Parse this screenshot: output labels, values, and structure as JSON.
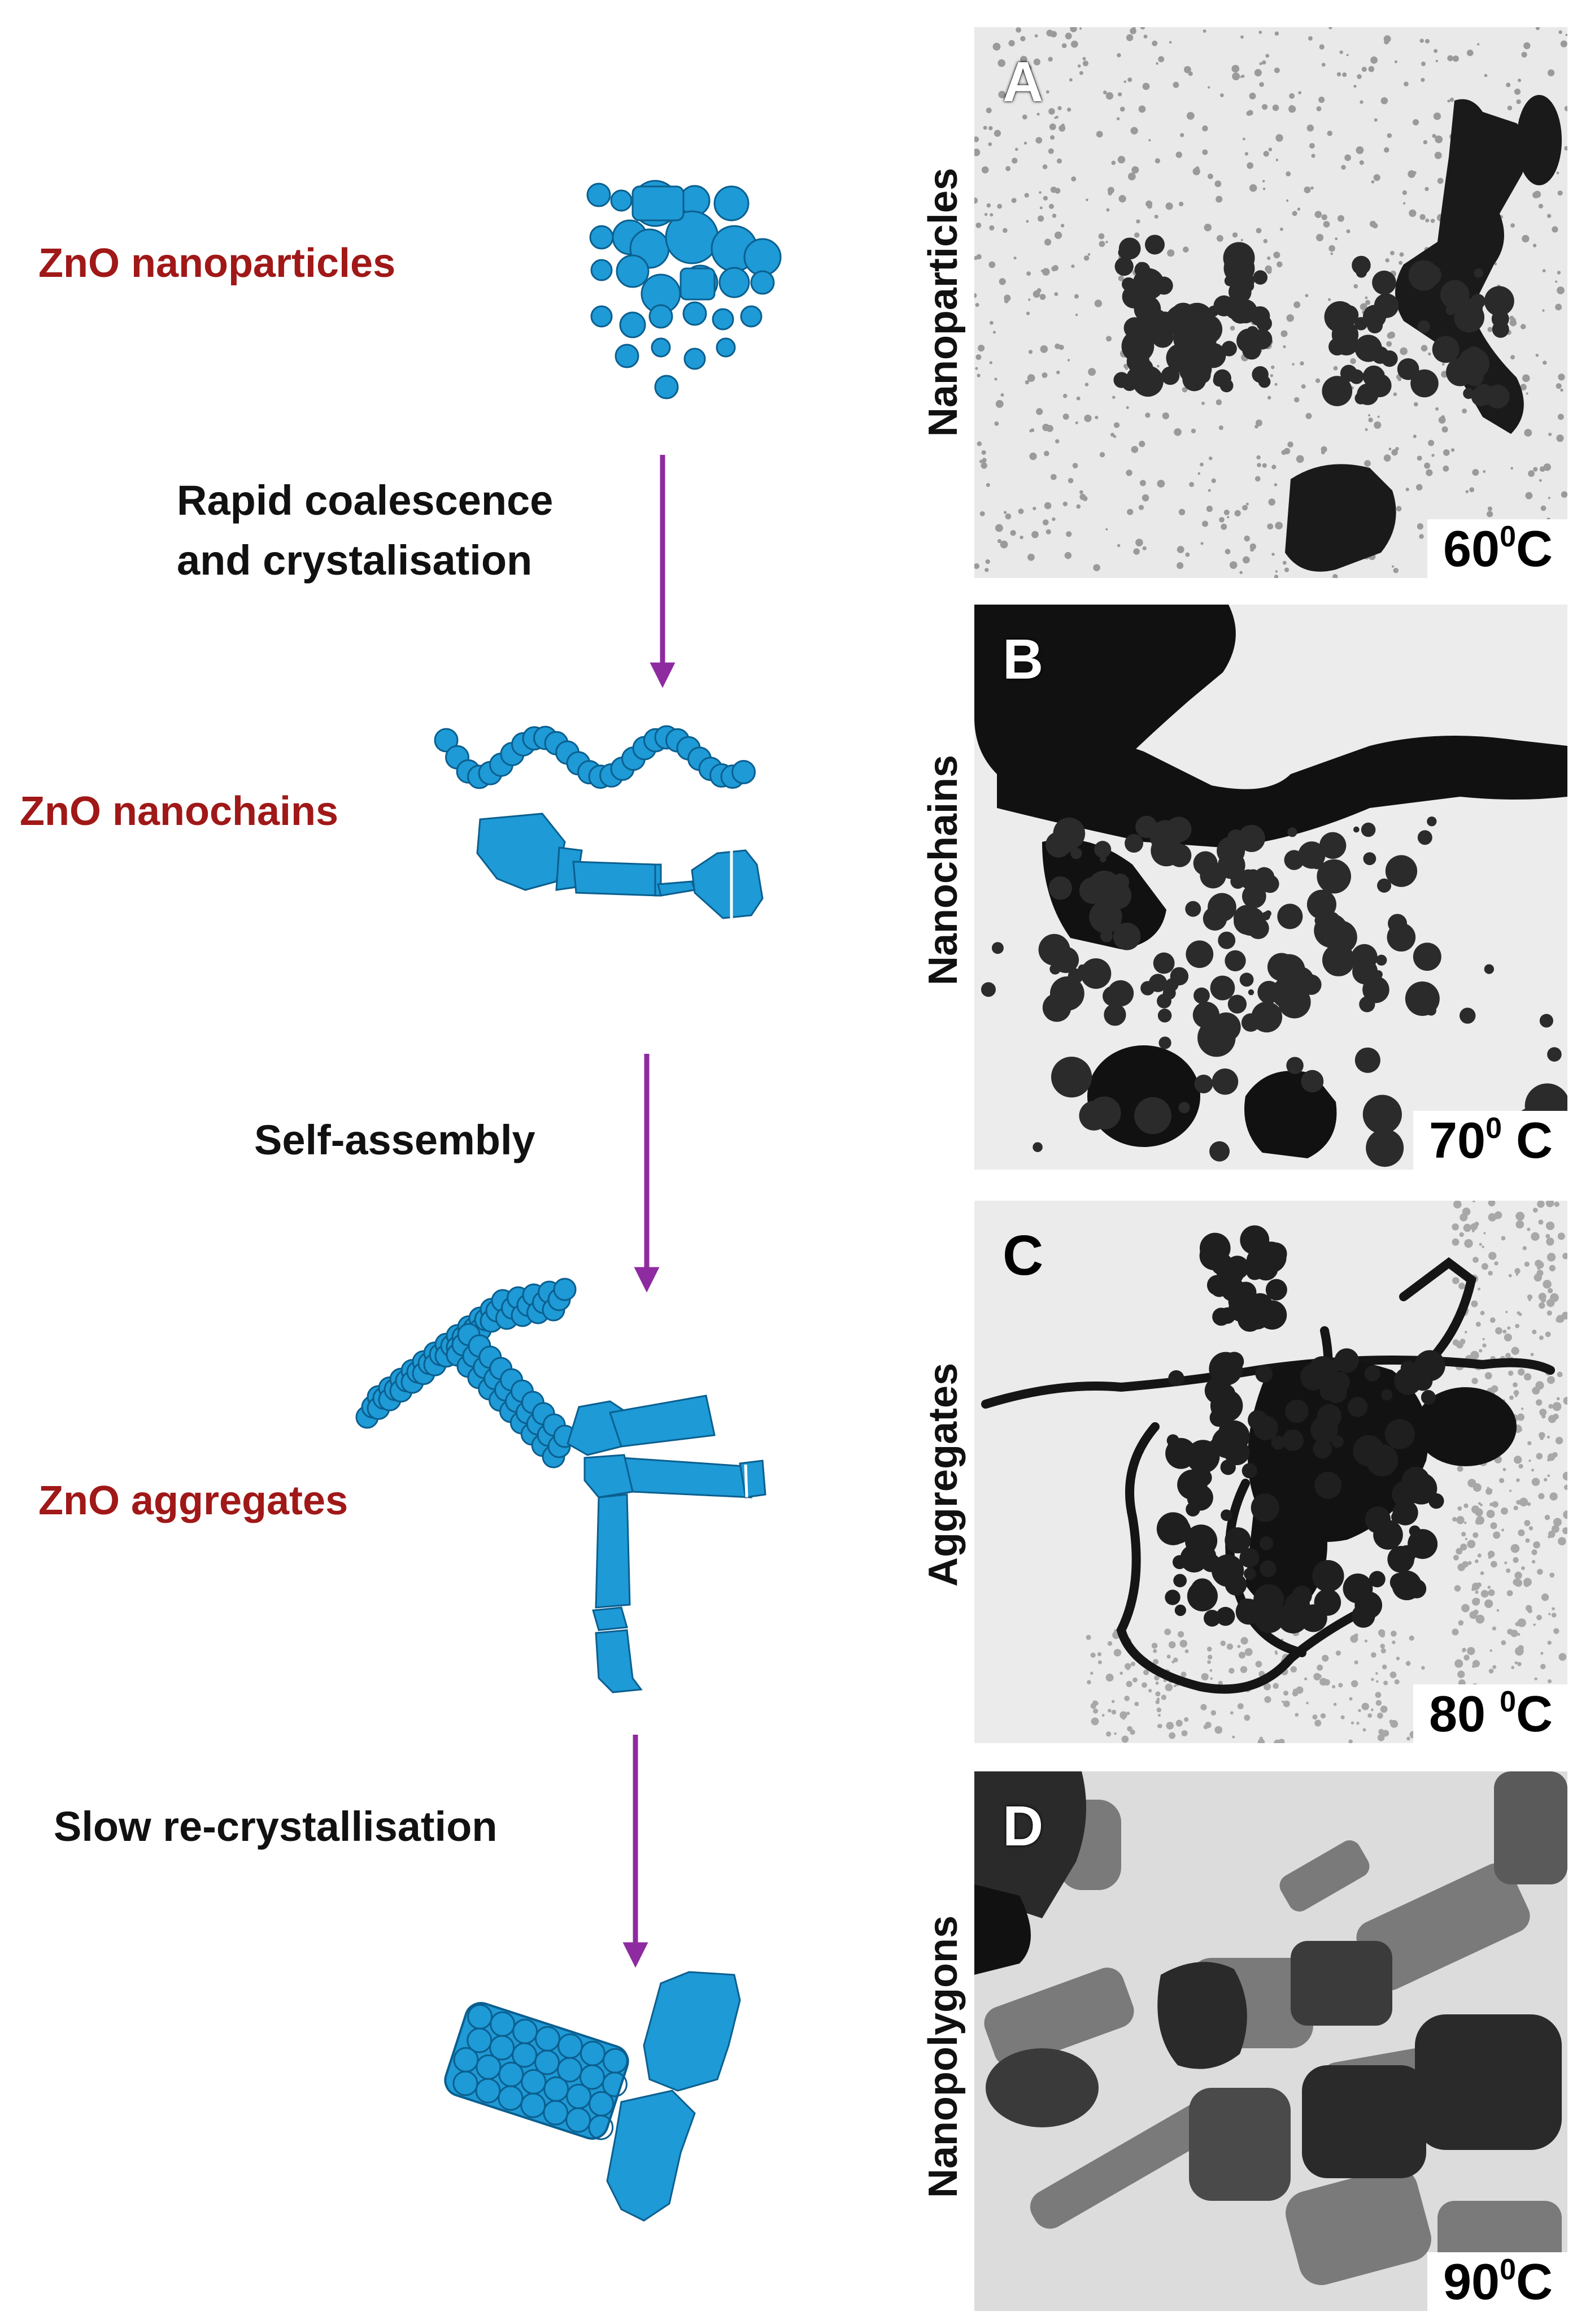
{
  "stages": {
    "nanoparticles": "ZnO nanoparticles",
    "nanochains": "ZnO nanochains",
    "aggregates": "ZnO aggregates"
  },
  "steps": {
    "step1_line1": "Rapid coalescence",
    "step1_line2": "and crystalisation",
    "step2": "Self-assembly",
    "step3": "Slow re-crystallisation"
  },
  "panels": [
    {
      "letter": "A",
      "title": "Nanoparticles",
      "temperature": "60",
      "unit": "C"
    },
    {
      "letter": "B",
      "title": "Nanochains",
      "temperature": "70",
      "unit": "C"
    },
    {
      "letter": "C",
      "title": "Aggregates",
      "temperature": "80",
      "unit": "C"
    },
    {
      "letter": "D",
      "title": "Nanopolygons",
      "temperature": "90",
      "unit": "C"
    }
  ],
  "degree_symbol": "0",
  "colors": {
    "stage_label": "#a01818",
    "particle": "#1e9ad6",
    "particle_outline": "#0b5f8f",
    "arrow": "#8e2ba0"
  }
}
